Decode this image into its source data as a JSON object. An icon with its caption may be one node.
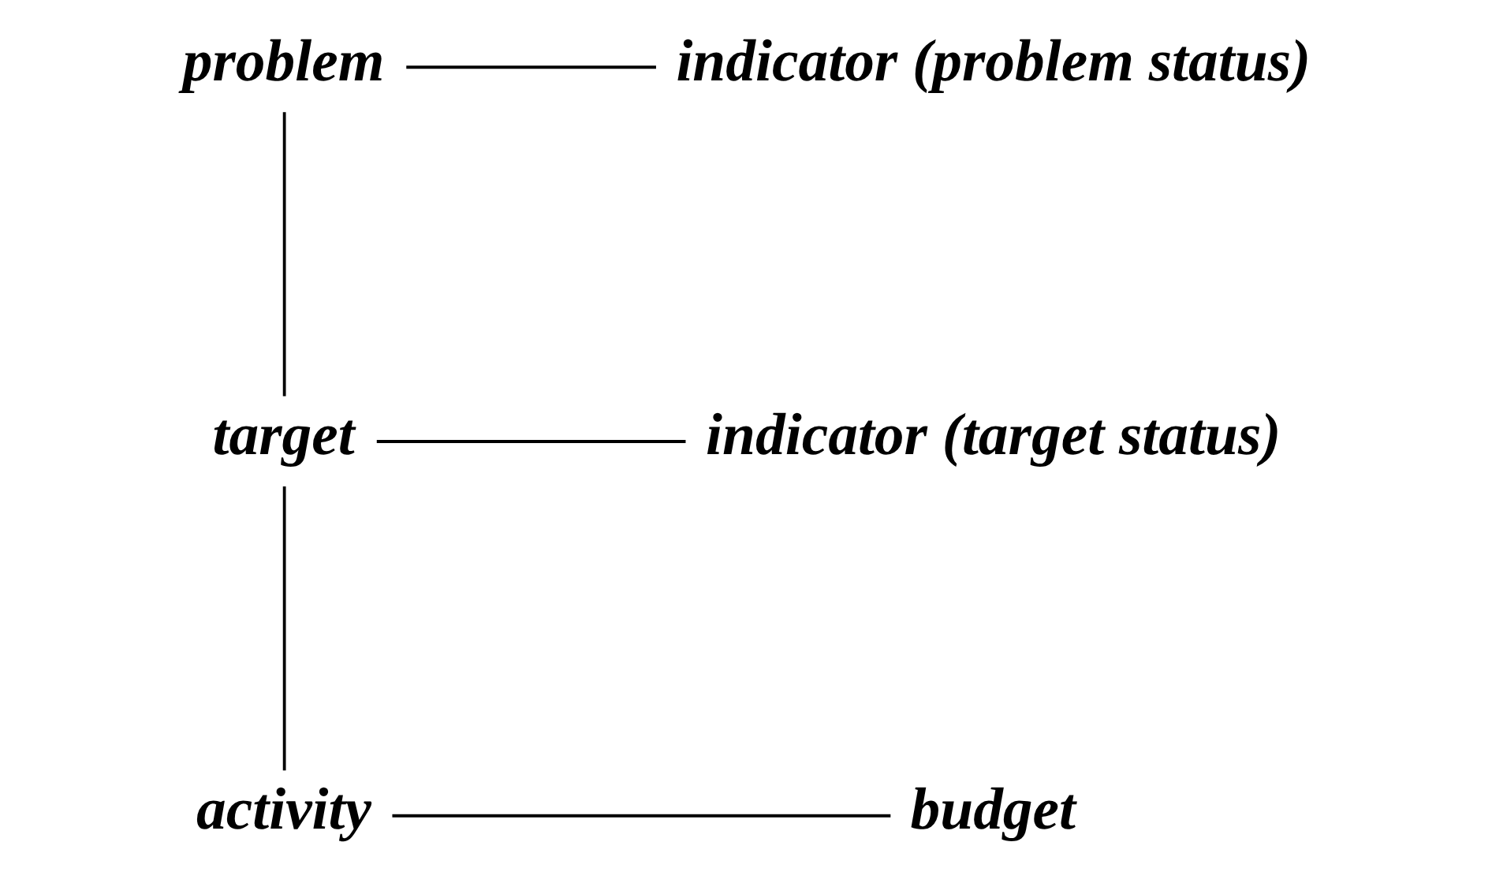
{
  "diagram": {
    "nodes": [
      {
        "text": [
          "problem"
        ]
      },
      {
        "text": [
          "indicator (problem status)"
        ]
      },
      {
        "text": [
          "target"
        ]
      },
      {
        "text": [
          "indicator (target status)"
        ]
      },
      {
        "text": [
          "activity"
        ]
      },
      {
        "text": [
          "budget"
        ]
      }
    ],
    "edges": [
      {
        "from": 0,
        "to": 1,
        "arrow": "none"
      },
      {
        "from": 0,
        "to": 2,
        "arrow": "none"
      },
      {
        "from": 2,
        "to": 3,
        "arrow": "none"
      },
      {
        "from": 2,
        "to": 4,
        "arrow": "none"
      },
      {
        "from": 4,
        "to": 5,
        "arrow": "none"
      }
    ]
  }
}
